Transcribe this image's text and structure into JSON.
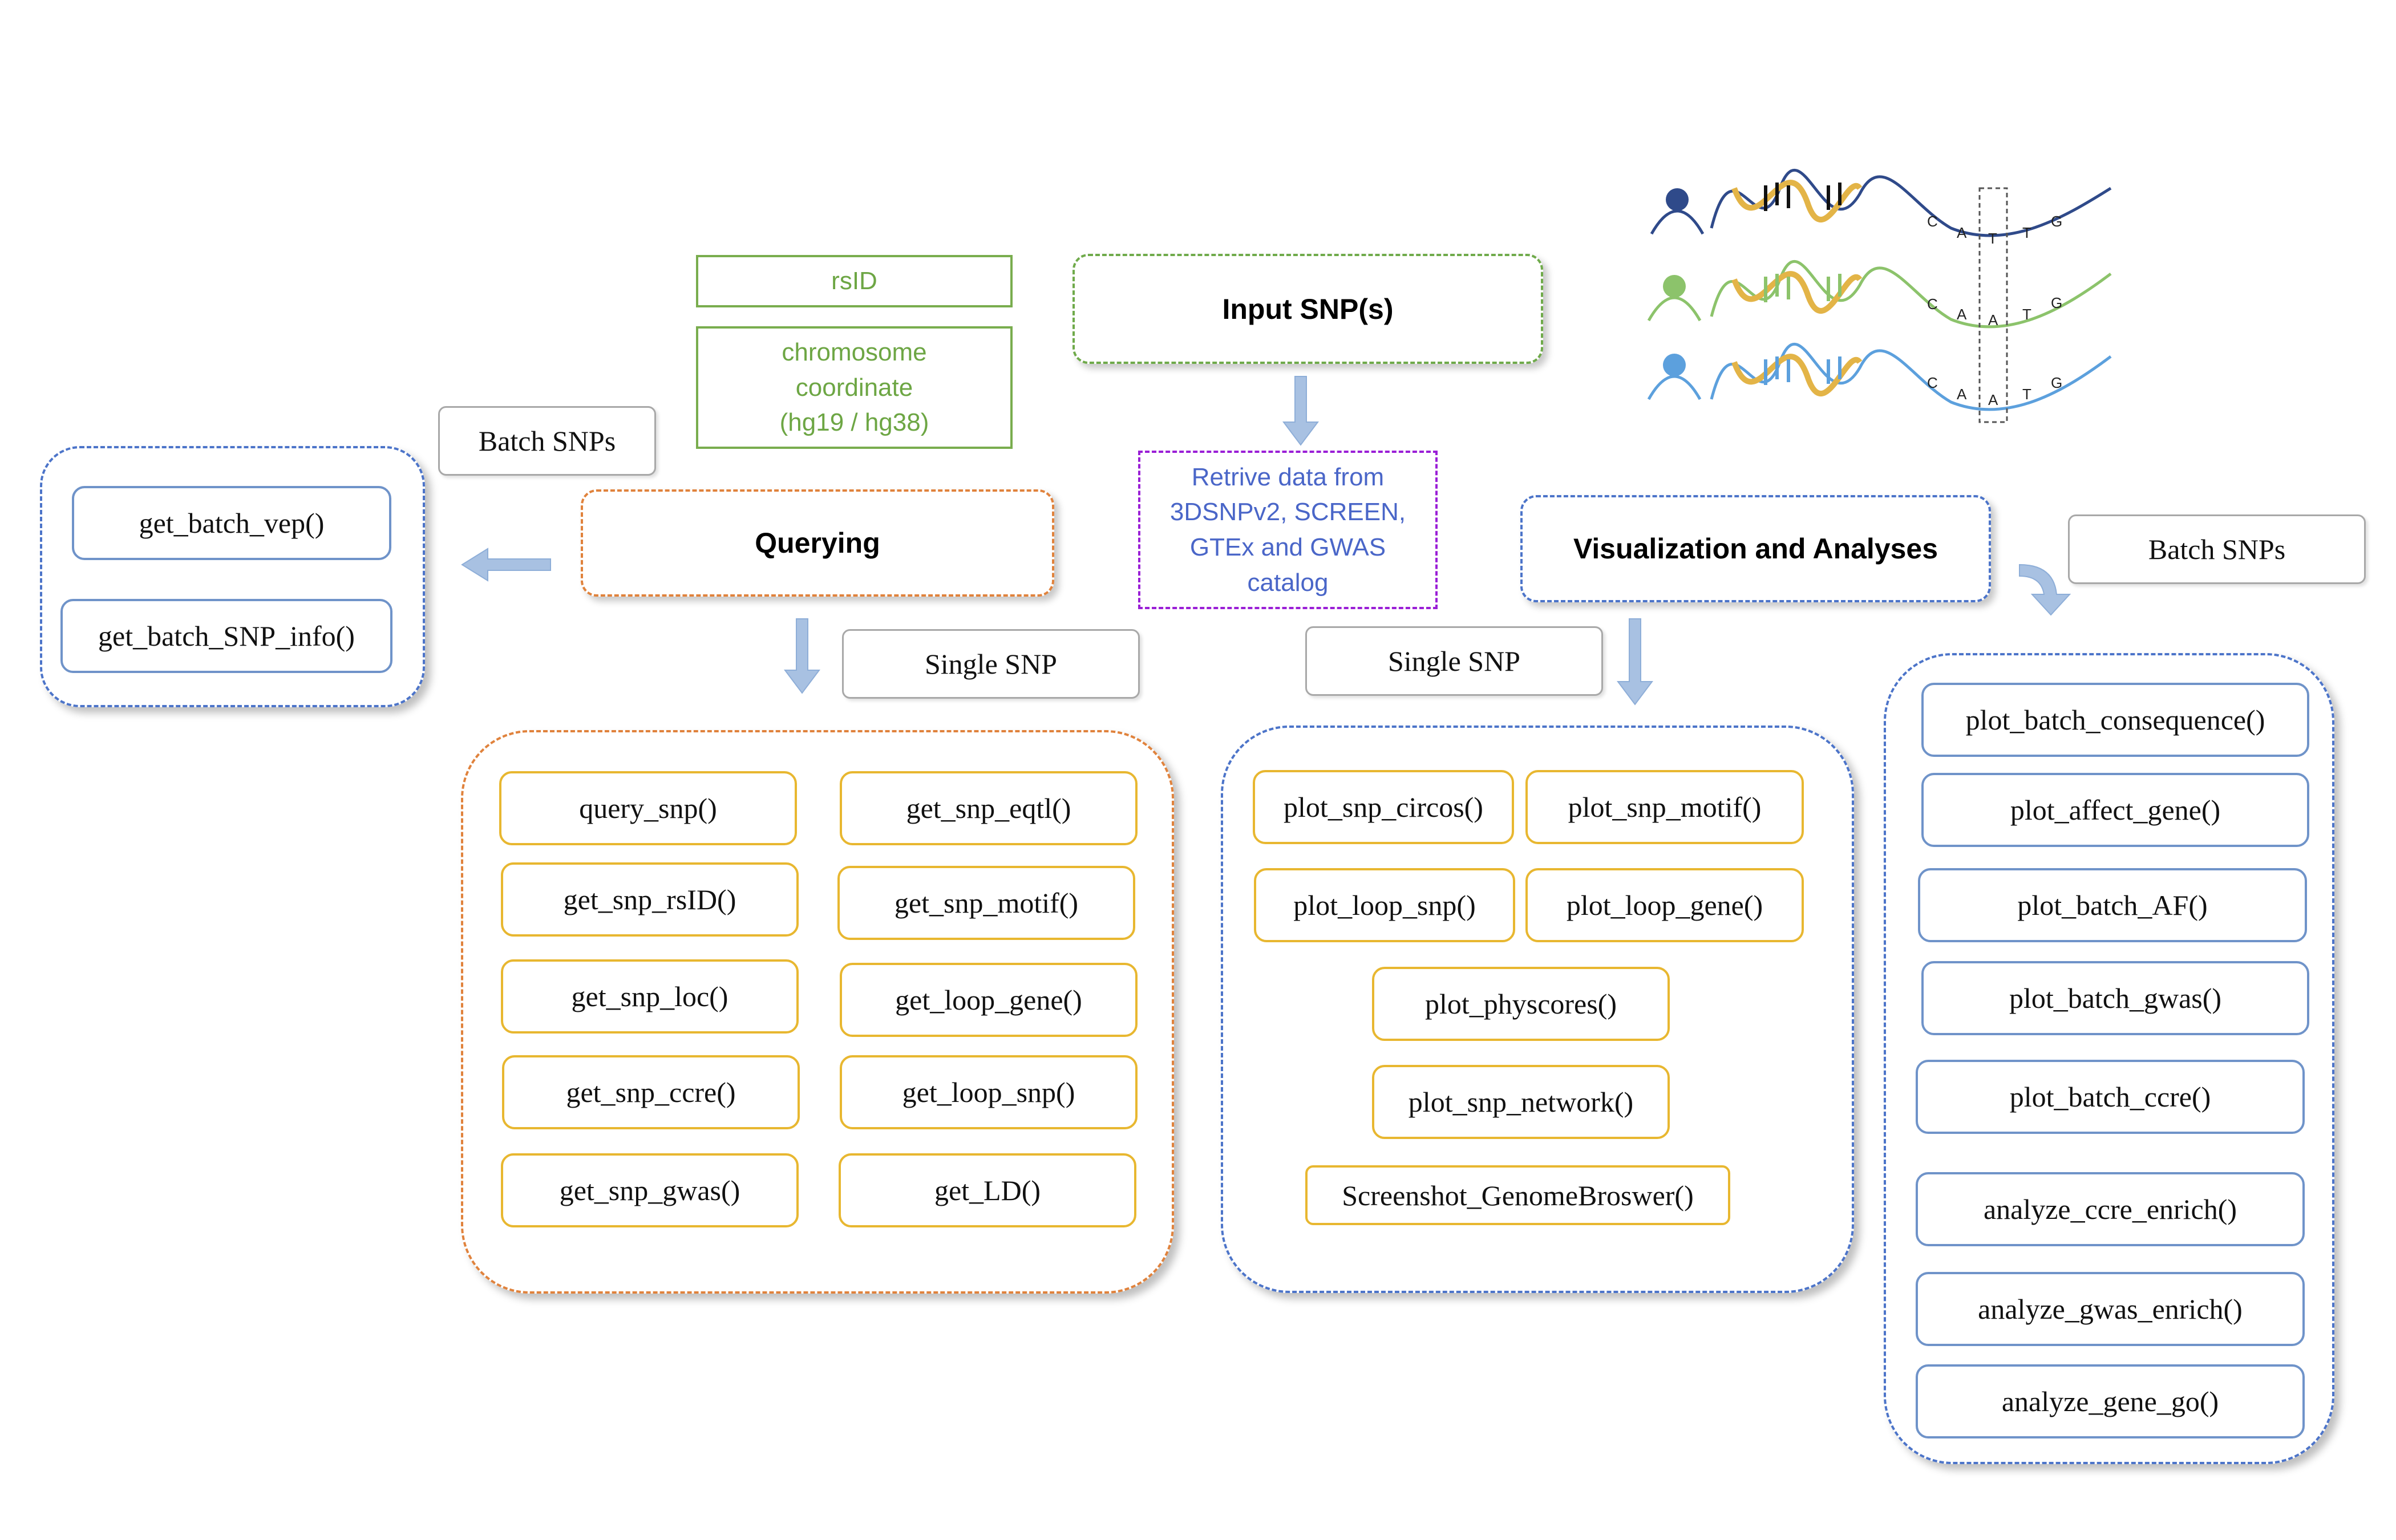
{
  "input": {
    "title": "Input SNP(s)",
    "types": [
      "rsID",
      "chromosome\ncoordinate\n(hg19 / hg38)"
    ],
    "retrieve": "Retrive data from\n3DSNPv2, SCREEN,\nGTEx and GWAS\ncatalog"
  },
  "querying": {
    "title": "Querying",
    "batch_label": "Batch SNPs",
    "single_label": "Single SNP",
    "batch_functions": [
      "get_batch_vep()",
      "get_batch_SNP_info()"
    ],
    "single_functions_left": [
      "query_snp()",
      "get_snp_rsID()",
      "get_snp_loc()",
      "get_snp_ccre()",
      "get_snp_gwas()"
    ],
    "single_functions_right": [
      "get_snp_eqtl()",
      "get_snp_motif()",
      "get_loop_gene()",
      "get_loop_snp()",
      "get_LD()"
    ]
  },
  "visualization": {
    "title": "Visualization and Analyses",
    "single_label": "Single SNP",
    "batch_label": "Batch SNPs",
    "single_functions": [
      "plot_snp_circos()",
      "plot_snp_motif()",
      "plot_loop_snp()",
      "plot_loop_gene()",
      "plot_physcores()",
      "plot_snp_network()",
      "Screenshot_GenomeBroswer()"
    ],
    "batch_functions": [
      "plot_batch_consequence()",
      "plot_affect_gene()",
      "plot_batch_AF()",
      "plot_batch_gwas()",
      "plot_batch_ccre()",
      "analyze_ccre_enrich()",
      "analyze_gwas_enrich()",
      "analyze_gene_go()"
    ]
  },
  "illustration": {
    "sequences": [
      [
        "C",
        "A",
        "T",
        "T",
        "G"
      ],
      [
        "C",
        "A",
        "A",
        "T",
        "G"
      ],
      [
        "C",
        "A",
        "A",
        "T",
        "G"
      ]
    ],
    "colors": [
      "#2f4a8a",
      "#8cc36b",
      "#5ca0dd"
    ]
  },
  "colors": {
    "function_border": "#e8b730",
    "batch_border": "#6f93c9",
    "querying_border": "#e0823c",
    "viz_border": "#4c74c9",
    "input_border": "#6faa4a",
    "retrieve_border": "#9a1fd6",
    "arrow": "#a8c1e2"
  }
}
